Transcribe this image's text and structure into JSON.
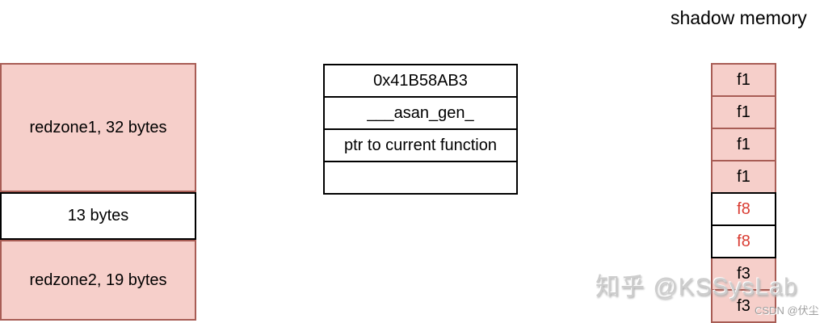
{
  "header": {
    "title": "shadow memory"
  },
  "stack_frame": {
    "segments": [
      {
        "label": "redzone1, 32 bytes",
        "kind": "redzone"
      },
      {
        "label": "13 bytes",
        "kind": "data"
      },
      {
        "label": "redzone2, 19 bytes",
        "kind": "redzone"
      }
    ]
  },
  "frame_info_table": {
    "rows": [
      "0x41B58AB3",
      "___asan_gen_",
      "ptr to current function",
      ""
    ]
  },
  "shadow_memory": {
    "cells": [
      {
        "label": "f1",
        "kind": "redzone"
      },
      {
        "label": "f1",
        "kind": "redzone"
      },
      {
        "label": "f1",
        "kind": "redzone"
      },
      {
        "label": "f1",
        "kind": "redzone"
      },
      {
        "label": "f8",
        "kind": "partial"
      },
      {
        "label": "f8",
        "kind": "partial"
      },
      {
        "label": "f3",
        "kind": "redzone"
      },
      {
        "label": "f3",
        "kind": "redzone"
      }
    ]
  },
  "watermarks": {
    "zhihu": "知乎 @KSSysLab",
    "csdn": "CSDN @伏尘"
  },
  "colors": {
    "redzone_fill": "#f6cfca",
    "redzone_border": "#a85d55",
    "shadow_partial_text": "#d93b31"
  }
}
